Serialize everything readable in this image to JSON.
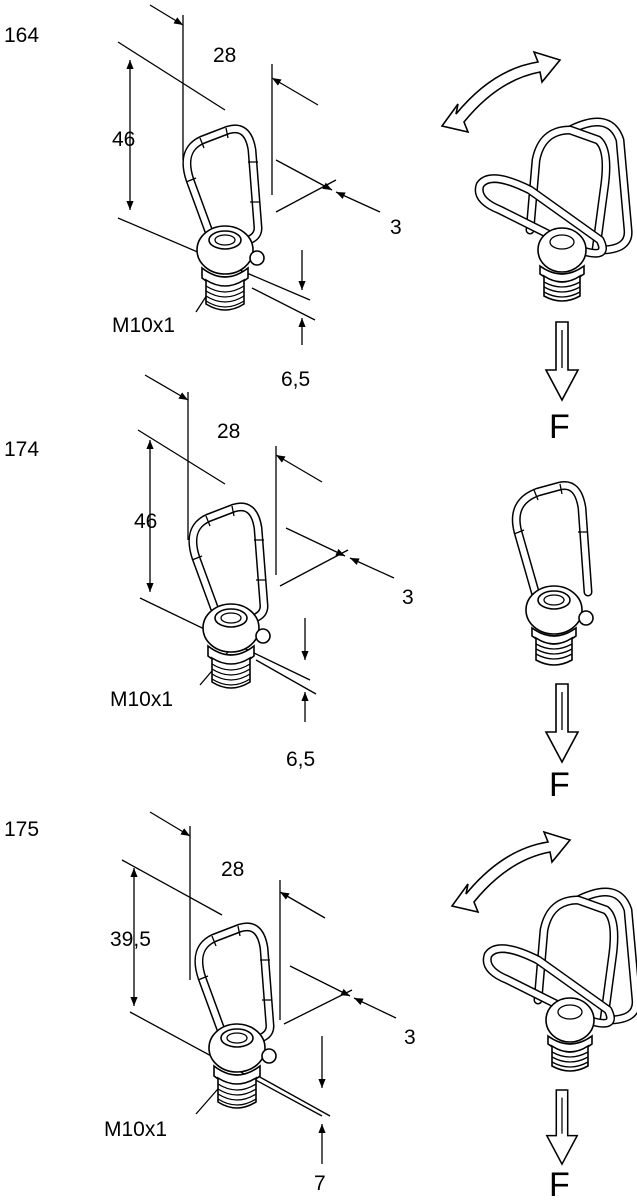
{
  "variants": [
    {
      "id": "164",
      "height": "46",
      "width": "28",
      "wire": "3",
      "thread": "M10x1",
      "flange": "6,5",
      "rotates": true,
      "force": "F"
    },
    {
      "id": "174",
      "height": "46",
      "width": "28",
      "wire": "3",
      "thread": "M10x1",
      "flange": "6,5",
      "rotates": false,
      "force": "F"
    },
    {
      "id": "175",
      "height": "39,5",
      "width": "28",
      "wire": "3",
      "thread": "M10x1",
      "flange": "7",
      "rotates": true,
      "force": "F"
    }
  ],
  "colors": {
    "line": "#000000",
    "background": "#ffffff"
  },
  "icons": [
    "ring-eye-icon",
    "rotation-arrow-icon",
    "force-arrow-down-icon"
  ]
}
